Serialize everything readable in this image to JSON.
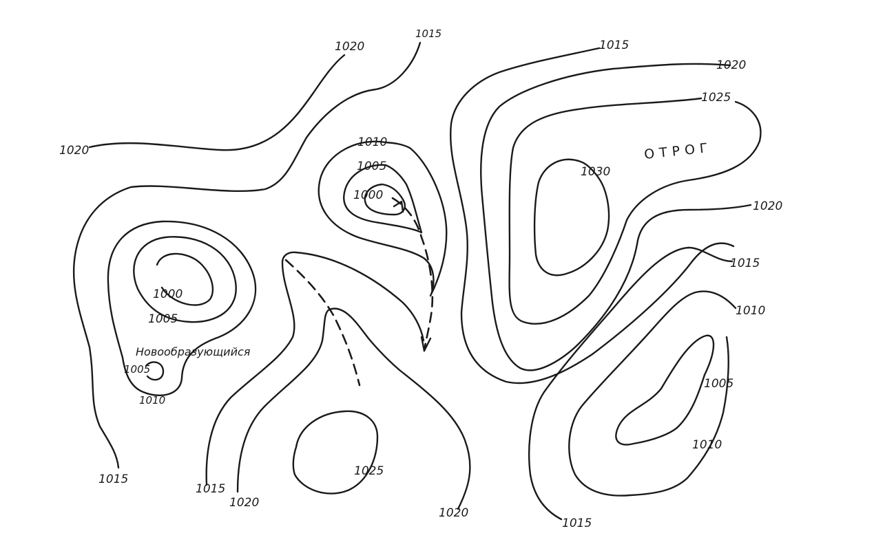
{
  "map": {
    "isobar_labels": {
      "top_1020": "1020",
      "top_1015": "1015",
      "left_1020": "1020",
      "top_right_1015": "1015",
      "top_right_1020": "1020",
      "right_1025": "1025",
      "center_1010": "1010",
      "center_1005": "1005",
      "center_1000": "1000",
      "high_1030": "1030",
      "right_1020": "1020",
      "right_1015": "1015",
      "right_1010": "1010",
      "left_low_1000": "1000",
      "left_low_1005": "1005",
      "new_low_1005": "1005",
      "new_low_1010": "1010",
      "bottom_left_1015": "1015",
      "bottom_1015": "1015",
      "bottom_1020": "1020",
      "bottom_high_1025": "1025",
      "bottom_center_1020": "1020",
      "bottom_right_1015": "1015",
      "right_low_1005": "1005",
      "right_low_1010": "1010"
    },
    "annotations": {
      "forming_low": "Новообразующийся",
      "spur": "ОТРОГ"
    }
  }
}
